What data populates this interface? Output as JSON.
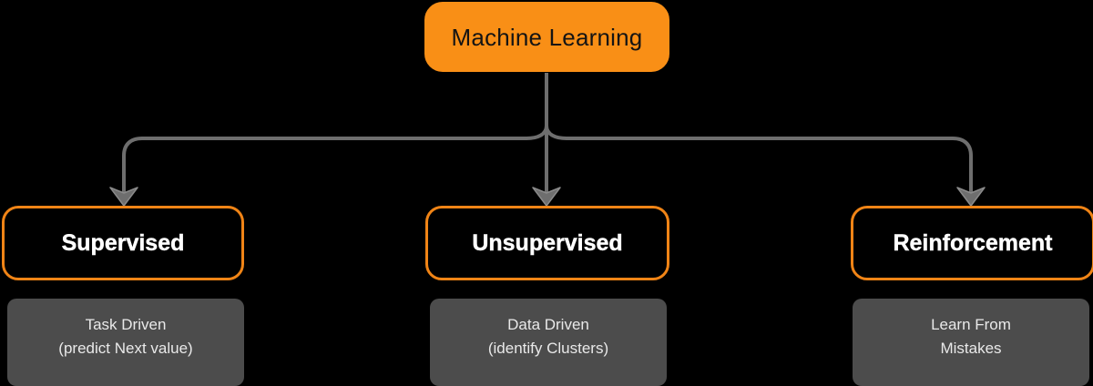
{
  "diagram": {
    "title_node": {
      "label": "Machine Learning",
      "fill": "#F98F16",
      "text_color": "#141414"
    },
    "branches": [
      {
        "id": "supervised",
        "label": "Supervised",
        "caption_lines": [
          "Task Driven",
          "(predict Next value)"
        ],
        "border_color": "#F08416",
        "caption_bg": "#4C4C4C"
      },
      {
        "id": "unsupervised",
        "label": "Unsupervised",
        "caption_lines": [
          "Data Driven",
          "(identify Clusters)"
        ],
        "border_color": "#F08416",
        "caption_bg": "#4C4C4C"
      },
      {
        "id": "reinforcement",
        "label": "Reinforcement",
        "caption_lines": [
          "Learn From",
          "Mistakes"
        ],
        "border_color": "#F08416",
        "caption_bg": "#4C4C4C"
      }
    ],
    "connectors": {
      "color": "#6E6E6E",
      "arrow_icon": "arrow-down-icon",
      "style": "elbow-rounded"
    },
    "background": "#000000"
  }
}
